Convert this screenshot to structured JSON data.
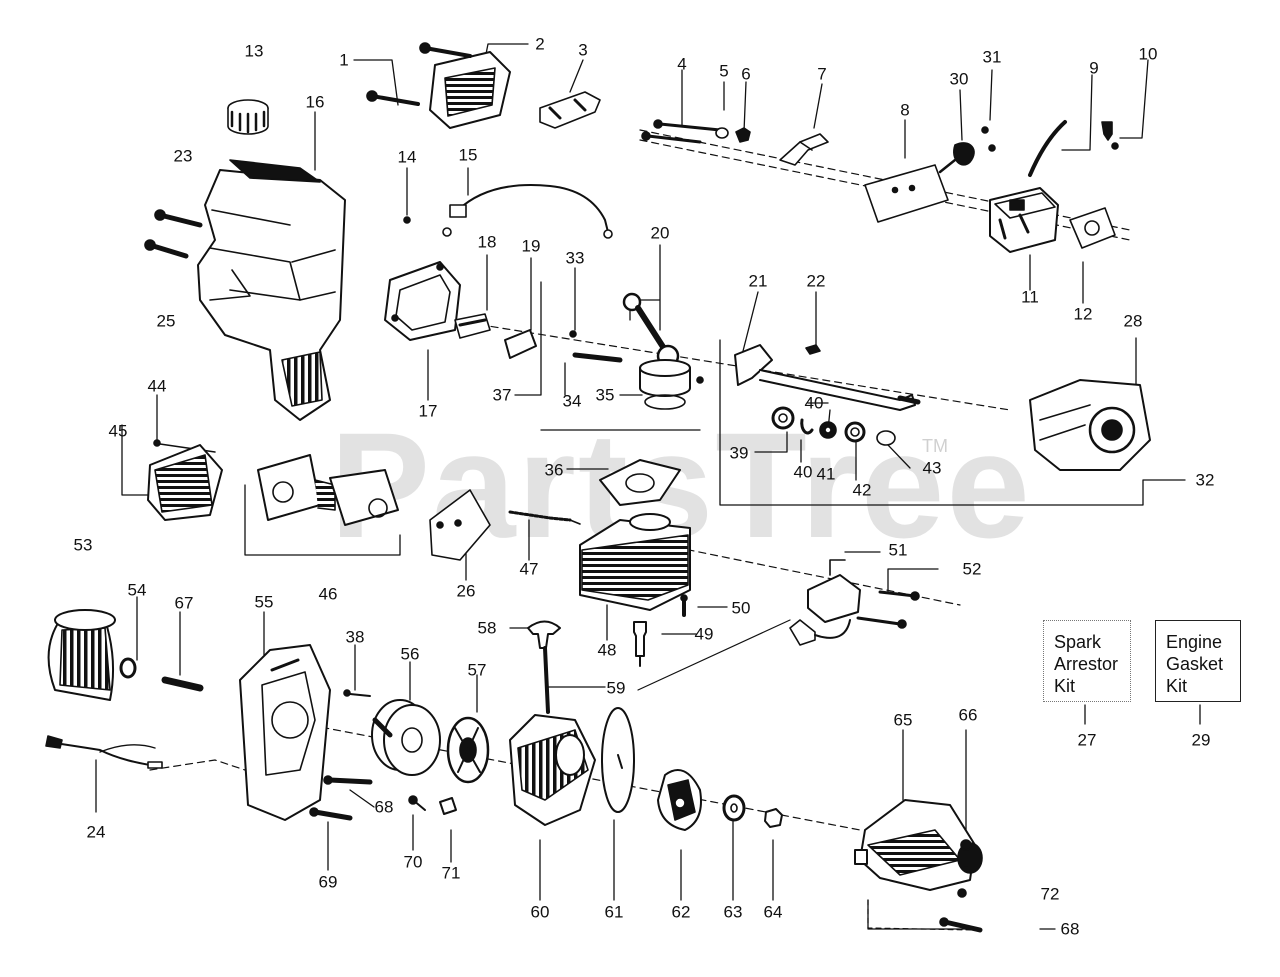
{
  "watermark": {
    "text": "PartsTree",
    "trademark": "TM"
  },
  "kits": {
    "spark_arrestor": {
      "lines": [
        "Spark",
        "Arrestor",
        "Kit"
      ],
      "number": "27"
    },
    "engine_gasket": {
      "lines": [
        "Engine",
        "Gasket",
        "Kit"
      ],
      "number": "29"
    }
  },
  "callouts": [
    "1",
    "2",
    "3",
    "4",
    "5",
    "6",
    "7",
    "8",
    "9",
    "10",
    "11",
    "12",
    "13",
    "14",
    "15",
    "16",
    "17",
    "18",
    "19",
    "20",
    "21",
    "22",
    "23",
    "24",
    "25",
    "26",
    "28",
    "30",
    "31",
    "32",
    "33",
    "34",
    "35",
    "36",
    "37",
    "38",
    "39",
    "40",
    "40",
    "41",
    "42",
    "43",
    "44",
    "45",
    "46",
    "47",
    "48",
    "49",
    "50",
    "51",
    "52",
    "53",
    "54",
    "55",
    "56",
    "57",
    "58",
    "59",
    "60",
    "61",
    "62",
    "63",
    "64",
    "65",
    "66",
    "67",
    "68",
    "68",
    "69",
    "70",
    "71",
    "72"
  ],
  "parts": [
    "part-1-screws",
    "part-2-carb-cover",
    "part-3-throttle-link",
    "part-4-bolts",
    "part-5-washer",
    "part-6-nut",
    "part-7-lever",
    "part-8-plate",
    "part-9-hose",
    "part-10-fitting",
    "part-11-carburetor",
    "part-12-gasket",
    "part-13-fuel-cap",
    "part-14-screw",
    "part-15-wire",
    "part-16-fuel-tank-housing",
    "part-17-gasket",
    "part-18-reed",
    "part-19-block",
    "part-20-connecting-rod",
    "part-21-crankshaft",
    "part-22-key",
    "part-23-screw",
    "part-24-wire-lead",
    "part-25-screw",
    "part-26-plate",
    "part-28-crankcase",
    "part-30-spring",
    "part-31-screw",
    "part-33-clip",
    "part-34-pin",
    "part-35-piston",
    "part-36-gasket",
    "part-38-screw",
    "part-39-seal",
    "part-40-ring",
    "part-41-bearing",
    "part-42-washer",
    "part-43-ring",
    "part-44-screw",
    "part-45-guard",
    "part-46-muffler",
    "part-47-spring",
    "part-48-cylinder",
    "part-49-spark-plug",
    "part-50-screw",
    "part-51-ignition-module",
    "part-52-screw",
    "part-53-flywheel",
    "part-54-washer",
    "part-55-housing",
    "part-56-pulley",
    "part-57-hub",
    "part-58-handle",
    "part-59-rope",
    "part-60-starter-housing",
    "part-61-disc",
    "part-62-clutch",
    "part-63-washer",
    "part-64-nut",
    "part-65-gear-housing",
    "part-66-screw",
    "part-67-pin",
    "part-68-screw",
    "part-69-screw",
    "part-70-screw",
    "part-71-clip",
    "part-72-washer"
  ]
}
